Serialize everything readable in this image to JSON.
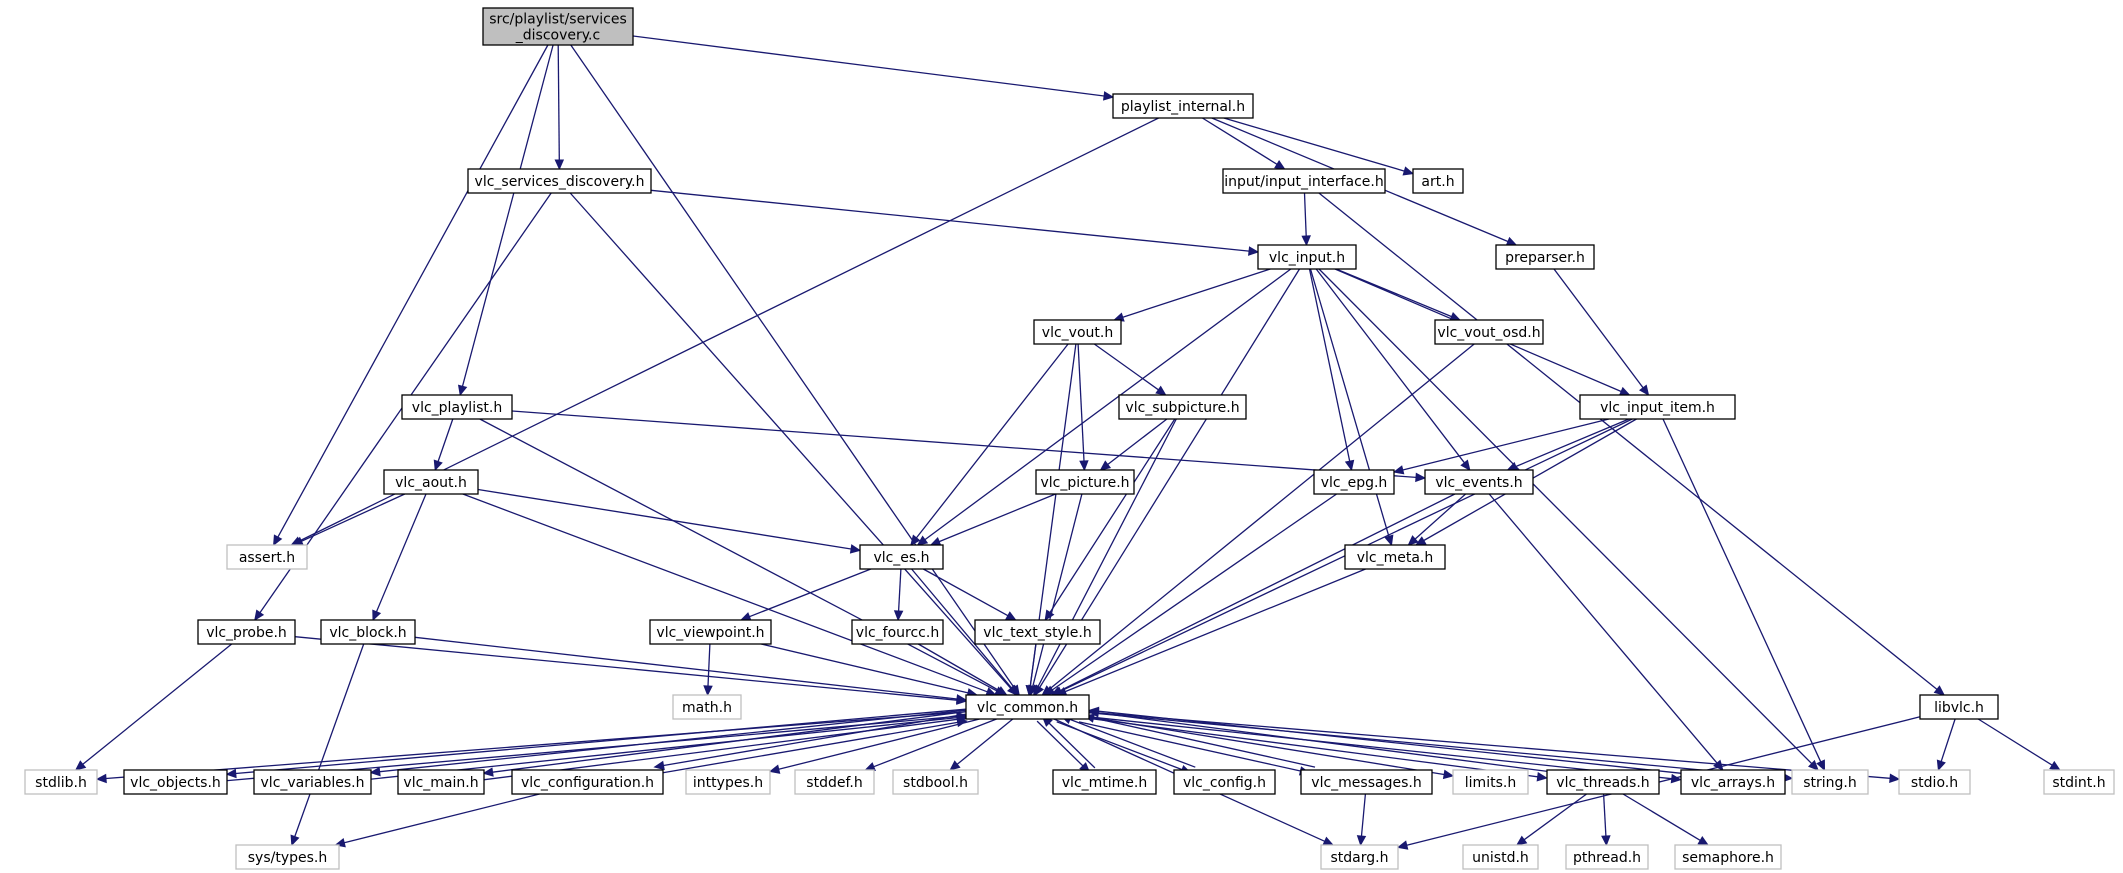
{
  "graph": {
    "nodes": [
      {
        "id": "sdc",
        "lines": [
          "src/playlist/services",
          "_discovery.c"
        ],
        "kind": "main"
      },
      {
        "id": "pli",
        "lines": [
          "playlist_internal.h"
        ],
        "kind": "doc"
      },
      {
        "id": "vsd",
        "lines": [
          "vlc_services_discovery.h"
        ],
        "kind": "doc"
      },
      {
        "id": "iif",
        "lines": [
          "input/input_interface.h"
        ],
        "kind": "doc"
      },
      {
        "id": "art",
        "lines": [
          "art.h"
        ],
        "kind": "doc"
      },
      {
        "id": "vin",
        "lines": [
          "vlc_input.h"
        ],
        "kind": "doc"
      },
      {
        "id": "prp",
        "lines": [
          "preparser.h"
        ],
        "kind": "doc"
      },
      {
        "id": "vvo",
        "lines": [
          "vlc_vout.h"
        ],
        "kind": "doc"
      },
      {
        "id": "vvosd",
        "lines": [
          "vlc_vout_osd.h"
        ],
        "kind": "doc"
      },
      {
        "id": "vpl",
        "lines": [
          "vlc_playlist.h"
        ],
        "kind": "doc"
      },
      {
        "id": "vsp",
        "lines": [
          "vlc_subpicture.h"
        ],
        "kind": "doc"
      },
      {
        "id": "vii",
        "lines": [
          "vlc_input_item.h"
        ],
        "kind": "doc"
      },
      {
        "id": "vao",
        "lines": [
          "vlc_aout.h"
        ],
        "kind": "doc"
      },
      {
        "id": "vpi",
        "lines": [
          "vlc_picture.h"
        ],
        "kind": "doc"
      },
      {
        "id": "vep",
        "lines": [
          "vlc_epg.h"
        ],
        "kind": "doc"
      },
      {
        "id": "vev",
        "lines": [
          "vlc_events.h"
        ],
        "kind": "doc"
      },
      {
        "id": "ast",
        "lines": [
          "assert.h"
        ],
        "kind": "sys"
      },
      {
        "id": "ves",
        "lines": [
          "vlc_es.h"
        ],
        "kind": "doc"
      },
      {
        "id": "vme",
        "lines": [
          "vlc_meta.h"
        ],
        "kind": "doc"
      },
      {
        "id": "vpr",
        "lines": [
          "vlc_probe.h"
        ],
        "kind": "doc"
      },
      {
        "id": "vbl",
        "lines": [
          "vlc_block.h"
        ],
        "kind": "doc"
      },
      {
        "id": "vvp",
        "lines": [
          "vlc_viewpoint.h"
        ],
        "kind": "doc"
      },
      {
        "id": "vfo",
        "lines": [
          "vlc_fourcc.h"
        ],
        "kind": "doc"
      },
      {
        "id": "vts",
        "lines": [
          "vlc_text_style.h"
        ],
        "kind": "doc"
      },
      {
        "id": "mth",
        "lines": [
          "math.h"
        ],
        "kind": "sys"
      },
      {
        "id": "vco",
        "lines": [
          "vlc_common.h"
        ],
        "kind": "doc"
      },
      {
        "id": "lvl",
        "lines": [
          "libvlc.h"
        ],
        "kind": "doc"
      },
      {
        "id": "stl",
        "lines": [
          "stdlib.h"
        ],
        "kind": "sys"
      },
      {
        "id": "vob",
        "lines": [
          "vlc_objects.h"
        ],
        "kind": "doc"
      },
      {
        "id": "vva",
        "lines": [
          "vlc_variables.h"
        ],
        "kind": "doc"
      },
      {
        "id": "vma",
        "lines": [
          "vlc_main.h"
        ],
        "kind": "doc"
      },
      {
        "id": "vcf",
        "lines": [
          "vlc_configuration.h"
        ],
        "kind": "doc"
      },
      {
        "id": "int",
        "lines": [
          "inttypes.h"
        ],
        "kind": "sys"
      },
      {
        "id": "std",
        "lines": [
          "stddef.h"
        ],
        "kind": "sys"
      },
      {
        "id": "sbo",
        "lines": [
          "stdbool.h"
        ],
        "kind": "sys"
      },
      {
        "id": "vmt",
        "lines": [
          "vlc_mtime.h"
        ],
        "kind": "doc"
      },
      {
        "id": "vcg",
        "lines": [
          "vlc_config.h"
        ],
        "kind": "doc"
      },
      {
        "id": "vms",
        "lines": [
          "vlc_messages.h"
        ],
        "kind": "doc"
      },
      {
        "id": "lim",
        "lines": [
          "limits.h"
        ],
        "kind": "sys"
      },
      {
        "id": "vth",
        "lines": [
          "vlc_threads.h"
        ],
        "kind": "doc"
      },
      {
        "id": "var",
        "lines": [
          "vlc_arrays.h"
        ],
        "kind": "doc"
      },
      {
        "id": "str",
        "lines": [
          "string.h"
        ],
        "kind": "sys"
      },
      {
        "id": "sio",
        "lines": [
          "stdio.h"
        ],
        "kind": "sys"
      },
      {
        "id": "sit",
        "lines": [
          "stdint.h"
        ],
        "kind": "sys"
      },
      {
        "id": "sty",
        "lines": [
          "sys/types.h"
        ],
        "kind": "sys"
      },
      {
        "id": "sar",
        "lines": [
          "stdarg.h"
        ],
        "kind": "sys"
      },
      {
        "id": "uni",
        "lines": [
          "unistd.h"
        ],
        "kind": "sys"
      },
      {
        "id": "pth",
        "lines": [
          "pthread.h"
        ],
        "kind": "sys"
      },
      {
        "id": "sem",
        "lines": [
          "semaphore.h"
        ],
        "kind": "sys"
      }
    ],
    "edges": [
      [
        "sdc",
        "pli"
      ],
      [
        "sdc",
        "vsd"
      ],
      [
        "sdc",
        "vpl"
      ],
      [
        "sdc",
        "ast"
      ],
      [
        "sdc",
        "vco"
      ],
      [
        "pli",
        "iif"
      ],
      [
        "pli",
        "art"
      ],
      [
        "pli",
        "prp"
      ],
      [
        "pli",
        "ast"
      ],
      [
        "vsd",
        "vin"
      ],
      [
        "vsd",
        "vpr"
      ],
      [
        "vsd",
        "vco"
      ],
      [
        "iif",
        "vin"
      ],
      [
        "iif",
        "lvl"
      ],
      [
        "vin",
        "vvo"
      ],
      [
        "vin",
        "vvosd"
      ],
      [
        "vin",
        "vii"
      ],
      [
        "vin",
        "vep"
      ],
      [
        "vin",
        "vev"
      ],
      [
        "vin",
        "ves"
      ],
      [
        "vin",
        "vme"
      ],
      [
        "vin",
        "vco"
      ],
      [
        "vin",
        "str"
      ],
      [
        "prp",
        "vii"
      ],
      [
        "vvo",
        "vsp"
      ],
      [
        "vvo",
        "vpi"
      ],
      [
        "vvo",
        "ves"
      ],
      [
        "vvo",
        "vco"
      ],
      [
        "vvosd",
        "vco"
      ],
      [
        "vpl",
        "vao"
      ],
      [
        "vpl",
        "vev"
      ],
      [
        "vpl",
        "vco"
      ],
      [
        "vsp",
        "vpi"
      ],
      [
        "vsp",
        "vts"
      ],
      [
        "vsp",
        "vco"
      ],
      [
        "vii",
        "vep"
      ],
      [
        "vii",
        "vev"
      ],
      [
        "vii",
        "vme"
      ],
      [
        "vii",
        "vco"
      ],
      [
        "vii",
        "str"
      ],
      [
        "vao",
        "ast"
      ],
      [
        "vao",
        "ves"
      ],
      [
        "vao",
        "vbl"
      ],
      [
        "vao",
        "vco"
      ],
      [
        "vpi",
        "ves"
      ],
      [
        "vpi",
        "vco"
      ],
      [
        "vep",
        "vco"
      ],
      [
        "vev",
        "vme"
      ],
      [
        "vev",
        "var"
      ],
      [
        "vev",
        "vco"
      ],
      [
        "ves",
        "vvp"
      ],
      [
        "ves",
        "vfo"
      ],
      [
        "ves",
        "vts"
      ],
      [
        "ves",
        "vco"
      ],
      [
        "vme",
        "vco"
      ],
      [
        "vpr",
        "stl"
      ],
      [
        "vpr",
        "vco"
      ],
      [
        "vbl",
        "sty"
      ],
      [
        "vbl",
        "vco"
      ],
      [
        "vvp",
        "mth"
      ],
      [
        "vvp",
        "vco"
      ],
      [
        "vfo",
        "vco"
      ],
      [
        "vts",
        "vco"
      ],
      [
        "lvl",
        "sio"
      ],
      [
        "lvl",
        "sit"
      ],
      [
        "lvl",
        "sar"
      ],
      [
        "vco",
        "stl"
      ],
      [
        "vco",
        "vob"
      ],
      [
        "vco",
        "vva"
      ],
      [
        "vco",
        "vma"
      ],
      [
        "vco",
        "vcf"
      ],
      [
        "vco",
        "int"
      ],
      [
        "vco",
        "std"
      ],
      [
        "vco",
        "sbo"
      ],
      [
        "vco",
        "vmt"
      ],
      [
        "vco",
        "vcg"
      ],
      [
        "vco",
        "vms"
      ],
      [
        "vco",
        "lim"
      ],
      [
        "vco",
        "vth"
      ],
      [
        "vco",
        "var"
      ],
      [
        "vco",
        "str"
      ],
      [
        "vco",
        "sio"
      ],
      [
        "vco",
        "sar"
      ],
      [
        "vob",
        "vco"
      ],
      [
        "vva",
        "vco"
      ],
      [
        "vma",
        "vco"
      ],
      [
        "vcf",
        "vco"
      ],
      [
        "vmt",
        "vco"
      ],
      [
        "vcg",
        "vco"
      ],
      [
        "vms",
        "vco"
      ],
      [
        "vth",
        "vco"
      ],
      [
        "var",
        "vco"
      ],
      [
        "vcf",
        "sty"
      ],
      [
        "vms",
        "sar"
      ],
      [
        "vth",
        "uni"
      ],
      [
        "vth",
        "pth"
      ],
      [
        "vth",
        "sem"
      ]
    ]
  }
}
